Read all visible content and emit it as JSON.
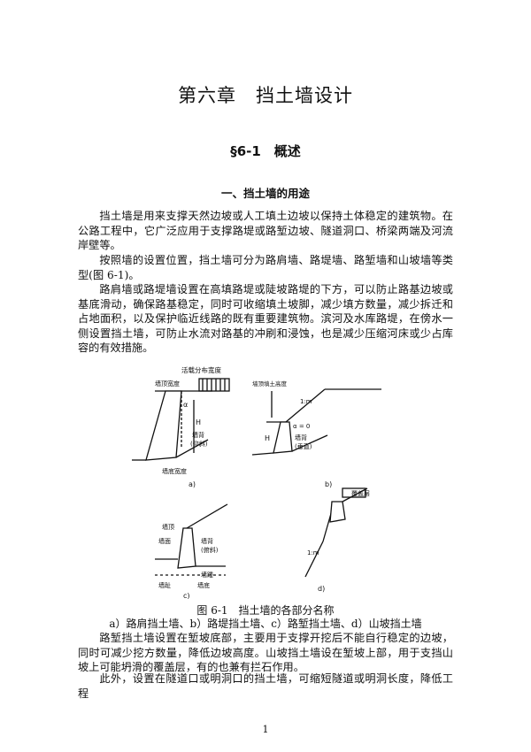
{
  "chapter_title": "第六章　挡土墙设计",
  "section_title": "§6-1　概述",
  "subsection_title": "一、挡土墙的用途",
  "paragraphs": [
    "挡土墙是用来支撑天然边坡或人工填土边坡以保持土体稳定的建筑物。在公路工程中，它广泛应用于支撑路堤或路堑边坡、隧道洞口、桥梁两端及河流岸壁等。",
    "按照墙的设置位置，挡土墙可分为路肩墙、路堤墙、路堑墙和山坡墙等类型(图 6-1)。",
    "路肩墙或路堤墙设置在高填路堤或陡坡路堤的下方，可以防止路基边坡或基底滑动，确保路基稳定，同时可收缩填土坡脚，减少填方数量，减少拆迁和占地面积，以及保护临近线路的既有重要建筑物。滨河及水库路堤，在傍水一侧设置挡土墙，可防止水流对路基的冲刷和浸蚀，也是减少压缩河床或少占库容的有效措施。",
    "路堑挡土墙设置在堑坡底部，主要用于支撑开挖后不能自行稳定的边坡，同时可减少挖方数量，降低边坡高度。山坡挡土墙设在堑坡上部，用于支挡山坡上可能坍滑的覆盖层，有的也兼有拦石作用。",
    "此外，设置在隧道口或明洞口的挡土墙，可缩短隧道或明洞长度，降低工程"
  ],
  "figure": {
    "labels": {
      "a_load": "活载分布宽度",
      "a_road": "墙顶宽度",
      "a_alpha": "α",
      "a_h": "H",
      "a_back": "墙背",
      "a_back2": "(仰斜)",
      "a_base": "墙底宽度",
      "a_tag": "a)",
      "b_ratio": "1:m",
      "b_fill": "墙顶填土高度",
      "b_alpha": "α = 0",
      "b_h": "H",
      "b_back": "墙背",
      "b_back2": "(垂直)",
      "b_tag": "b)",
      "c_top": "墙顶",
      "c_face": "墙面",
      "c_back": "墙背",
      "c_back2": "(俯斜)",
      "c_toe": "墙趾",
      "c_heel": "墙踵",
      "c_base": "墙底",
      "c_tag": "c)",
      "d_cover": "覆盖层",
      "d_ratio": "1:m",
      "d_tag": "d)"
    }
  },
  "caption_line1": "图 6-1　挡土墙的各部分名称",
  "caption_line2": "a）路肩挡土墙、b）路堤挡土墙、c）路堑挡土墙、d）山坡挡土墙",
  "page_number": "1"
}
